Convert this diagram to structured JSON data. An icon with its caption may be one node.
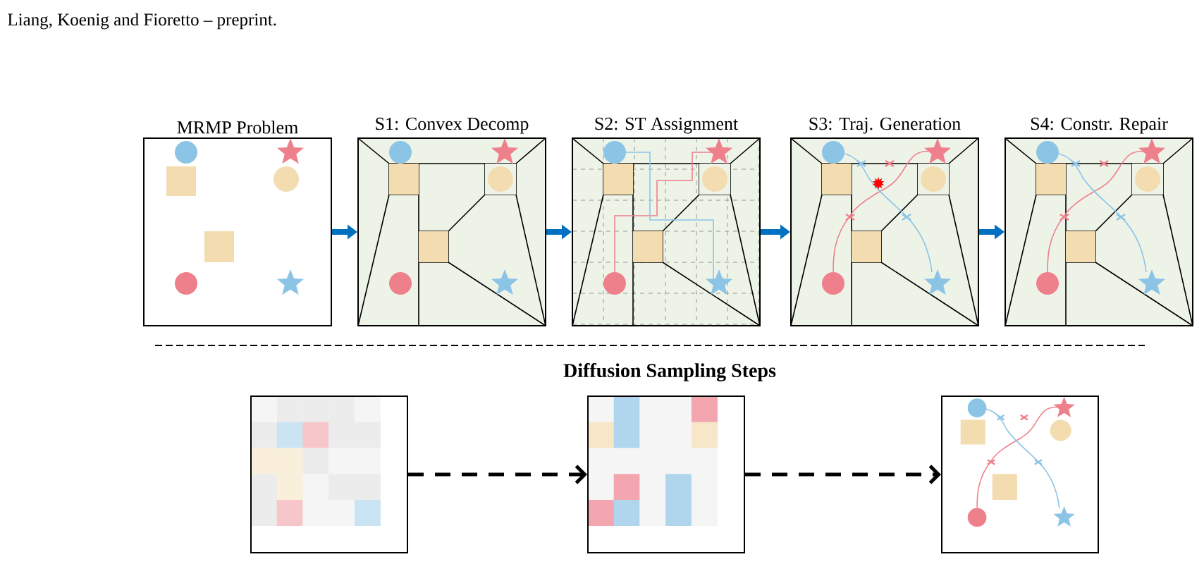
{
  "diagram": {
    "nodes": [
      {
        "text": [
          "MRMP Problem"
        ]
      },
      {
        "text": [
          "S1: Convex Decomp"
        ]
      },
      {
        "text": [
          "S2: ST Assignment"
        ]
      },
      {
        "text": [
          "S3: Traj. Generation"
        ]
      },
      {
        "text": [
          "S4: Constr. Repair"
        ]
      },
      {
        "text": [],
        "shape": "picture"
      },
      {
        "text": [],
        "shape": "picture"
      },
      {
        "text": [],
        "shape": "picture"
      }
    ],
    "edges": [
      {
        "from": 0,
        "to": 1,
        "arrow": "to"
      },
      {
        "from": 1,
        "to": 2,
        "arrow": "to"
      },
      {
        "from": 2,
        "to": 3,
        "arrow": "to"
      },
      {
        "from": 3,
        "to": 4,
        "arrow": "to"
      },
      {
        "from": 5,
        "to": 6,
        "arrow": "to",
        "style": "dashed",
        "color": "#000000"
      },
      {
        "from": 6,
        "to": 7,
        "arrow": "to",
        "style": "dashed",
        "color": "#000000"
      }
    ],
    "labels": [
      "Liang, Koenig and Fioretto – preprint.",
      "Diffusion Sampling Steps"
    ]
  }
}
